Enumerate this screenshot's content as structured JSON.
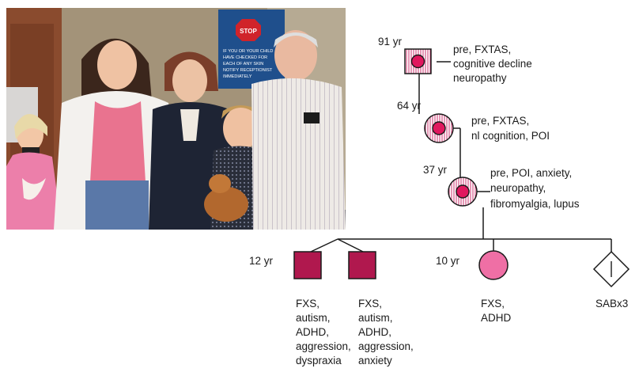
{
  "photo": {
    "sign_title": "STOP",
    "sign_lines": [
      "IF YOU OR YOUR CHILD",
      "HAVE CHECKED FOR",
      "EACH OF ANY SKIN",
      "NOTIFY RECEPTIONIST",
      "IMMEDIATELY"
    ],
    "colors": {
      "wall": "#a29479",
      "door": "#8d4a2b",
      "sign": "#1f4f8c",
      "stop": "#d0232a",
      "pink_top": "#e9738f"
    }
  },
  "colors": {
    "affected_male": "#b0184e",
    "affected_female": "#ef6fa5",
    "carrier_dot": "#e0185e",
    "carrier_hatch": "#c61a5c",
    "line": "#1a1a1a"
  },
  "pedigree": {
    "gen1": {
      "age": "91 yr",
      "label_lines": [
        "pre, FXTAS,",
        "cognitive decline",
        "neuropathy"
      ]
    },
    "gen2": {
      "age": "64 yr",
      "label_lines": [
        "pre, FXTAS,",
        "nl cognition, POI"
      ]
    },
    "gen3": {
      "age": "37 yr",
      "label_lines": [
        "pre, POI, anxiety,",
        "neuropathy,",
        "fibromyalgia, lupus"
      ]
    },
    "twin_age": "12 yr",
    "daughter_age": "10 yr",
    "twin1_lines": [
      "FXS,",
      "autism,",
      "ADHD,",
      "aggression,",
      "dyspraxia"
    ],
    "twin2_lines": [
      "FXS,",
      "autism,",
      "ADHD,",
      "aggression,",
      "anxiety"
    ],
    "daughter_lines": [
      "FXS,",
      "ADHD"
    ],
    "sab_label": "SABx3"
  }
}
